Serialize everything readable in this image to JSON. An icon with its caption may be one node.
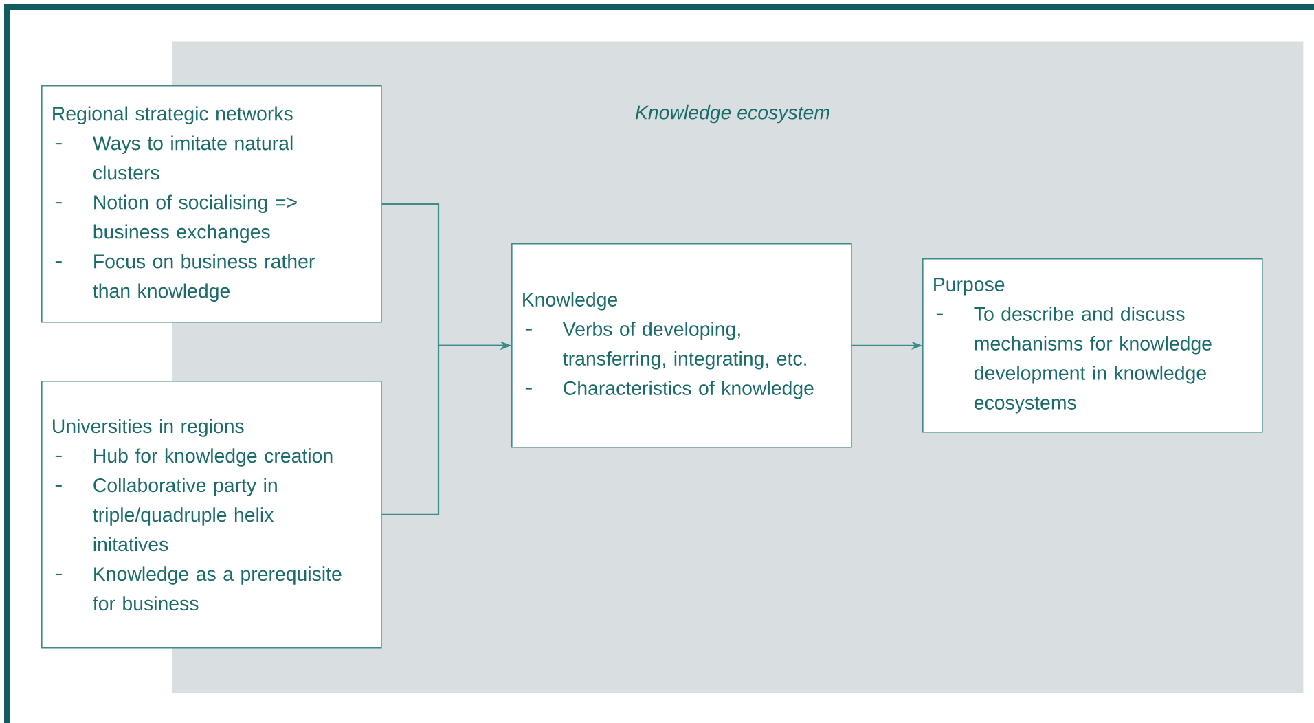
{
  "diagram": {
    "nodes": [
      {
        "text": [
          "Knowledge ecosystem"
        ]
      },
      {
        "text": [
          "Regional strategic networks",
          "Ways to imitate natural clusters",
          "Notion of socialising => business exchanges",
          "Focus on business rather than knowledge"
        ]
      },
      {
        "text": [
          "Universities in regions",
          "Hub for knowledge creation",
          "Collaborative party in triple/quadruple helix initatives",
          "Knowledge as a prerequisite for business"
        ]
      },
      {
        "text": [
          "Knowledge",
          "Verbs of developing, transferring, integrating, etc.",
          "Characteristics of knowledge"
        ],
        "in": 0
      },
      {
        "text": [
          "Purpose",
          "To describe and discuss mechanisms for knowledge development in knowledge ecosystems"
        ],
        "in": 0
      }
    ],
    "edges": [
      {
        "from": 1,
        "to": 3,
        "arrow": "to"
      },
      {
        "from": 2,
        "to": 3,
        "arrow": "to"
      },
      {
        "from": 3,
        "to": 4,
        "arrow": "to"
      }
    ]
  }
}
